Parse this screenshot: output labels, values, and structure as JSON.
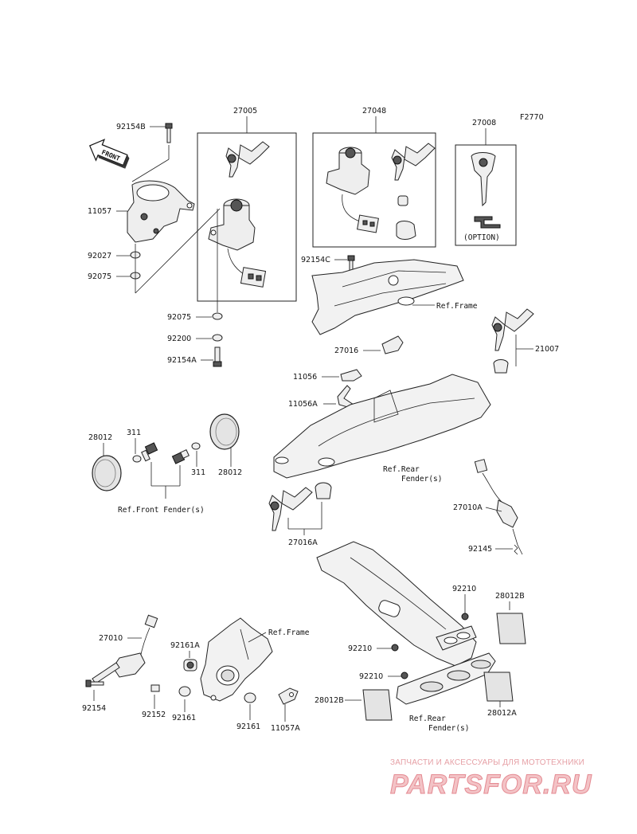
{
  "diagram_code": "F2770",
  "part_numbers": {
    "p27005": "27005",
    "p27048": "27048",
    "p27008": "27008",
    "p92154B": "92154B",
    "p11057": "11057",
    "p92027": "92027",
    "p92075a": "92075",
    "p92075b": "92075",
    "p92200": "92200",
    "p92154A": "92154A",
    "p92154C": "92154C",
    "p27016": "27016",
    "p21007": "21007",
    "p11056": "11056",
    "p11056A": "11056A",
    "p28012a": "28012",
    "p311a": "311",
    "p311b": "311",
    "p28012b": "28012",
    "p27016A": "27016A",
    "p27010A": "27010A",
    "p92145": "92145",
    "p92210a": "92210",
    "p28012B_top": "28012B",
    "p92210b": "92210",
    "p92210c": "92210",
    "p28012B_bot": "28012B",
    "p28012A": "28012A",
    "p27010": "27010",
    "p92161A": "92161A",
    "p92154": "92154",
    "p92152": "92152",
    "p92161a": "92161",
    "p92161b": "92161",
    "p11057A": "11057A"
  },
  "references": {
    "front_label": "FRONT",
    "option": "(OPTION)",
    "ref_frame_1": "Ref.Frame",
    "ref_frame_2": "Ref.Frame",
    "ref_rear_fender_1a": "Ref.Rear",
    "ref_rear_fender_1b": "Fender(s)",
    "ref_front_fender": "Ref.Front Fender(s)",
    "ref_rear_fender_2a": "Ref.Rear",
    "ref_rear_fender_2b": "Fender(s)"
  },
  "watermark": {
    "tagline": "ЗАПЧАСТИ И АКСЕССУАРЫ ДЛЯ МОТОТЕХНИКИ",
    "logo": "PARTSFOR.RU"
  }
}
